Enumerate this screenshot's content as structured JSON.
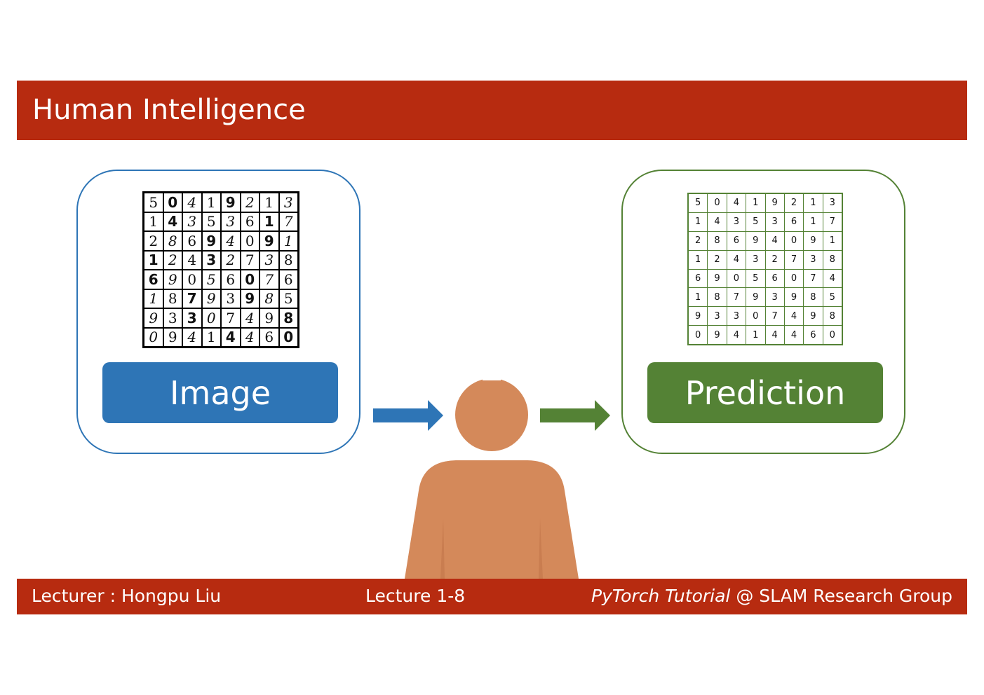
{
  "title": "Human Intelligence",
  "input_box": {
    "label": "Image",
    "digits": [
      [
        "5",
        "0",
        "4",
        "1",
        "9",
        "2",
        "1",
        "3"
      ],
      [
        "1",
        "4",
        "3",
        "5",
        "3",
        "6",
        "1",
        "7"
      ],
      [
        "2",
        "8",
        "6",
        "9",
        "4",
        "0",
        "9",
        "1"
      ],
      [
        "1",
        "2",
        "4",
        "3",
        "2",
        "7",
        "3",
        "8"
      ],
      [
        "6",
        "9",
        "0",
        "5",
        "6",
        "0",
        "7",
        "6"
      ],
      [
        "1",
        "8",
        "7",
        "9",
        "3",
        "9",
        "8",
        "5"
      ],
      [
        "9",
        "3",
        "3",
        "0",
        "7",
        "4",
        "9",
        "8"
      ],
      [
        "0",
        "9",
        "4",
        "1",
        "4",
        "4",
        "6",
        "0"
      ]
    ]
  },
  "output_box": {
    "label": "Prediction",
    "digits": [
      [
        "5",
        "0",
        "4",
        "1",
        "9",
        "2",
        "1",
        "3"
      ],
      [
        "1",
        "4",
        "3",
        "5",
        "3",
        "6",
        "1",
        "7"
      ],
      [
        "2",
        "8",
        "6",
        "9",
        "4",
        "0",
        "9",
        "1"
      ],
      [
        "1",
        "2",
        "4",
        "3",
        "2",
        "7",
        "3",
        "8"
      ],
      [
        "6",
        "9",
        "0",
        "5",
        "6",
        "0",
        "7",
        "4"
      ],
      [
        "1",
        "8",
        "7",
        "9",
        "3",
        "9",
        "8",
        "5"
      ],
      [
        "9",
        "3",
        "3",
        "0",
        "7",
        "4",
        "9",
        "8"
      ],
      [
        "0",
        "9",
        "4",
        "1",
        "4",
        "4",
        "6",
        "0"
      ]
    ]
  },
  "colors": {
    "brand_red": "#b72b10",
    "input_blue": "#2e75b6",
    "output_green": "#548235",
    "person_skin": "#d4895a"
  },
  "icons": {
    "person": "person-silhouette-icon",
    "input_arrow": "arrow-right-icon",
    "output_arrow": "arrow-right-icon"
  },
  "footer": {
    "lecturer": "Lecturer : Hongpu Liu",
    "lecture": "Lecture 1-8",
    "course_italic": "PyTorch Tutorial",
    "course_rest": " @ SLAM Research Group"
  }
}
